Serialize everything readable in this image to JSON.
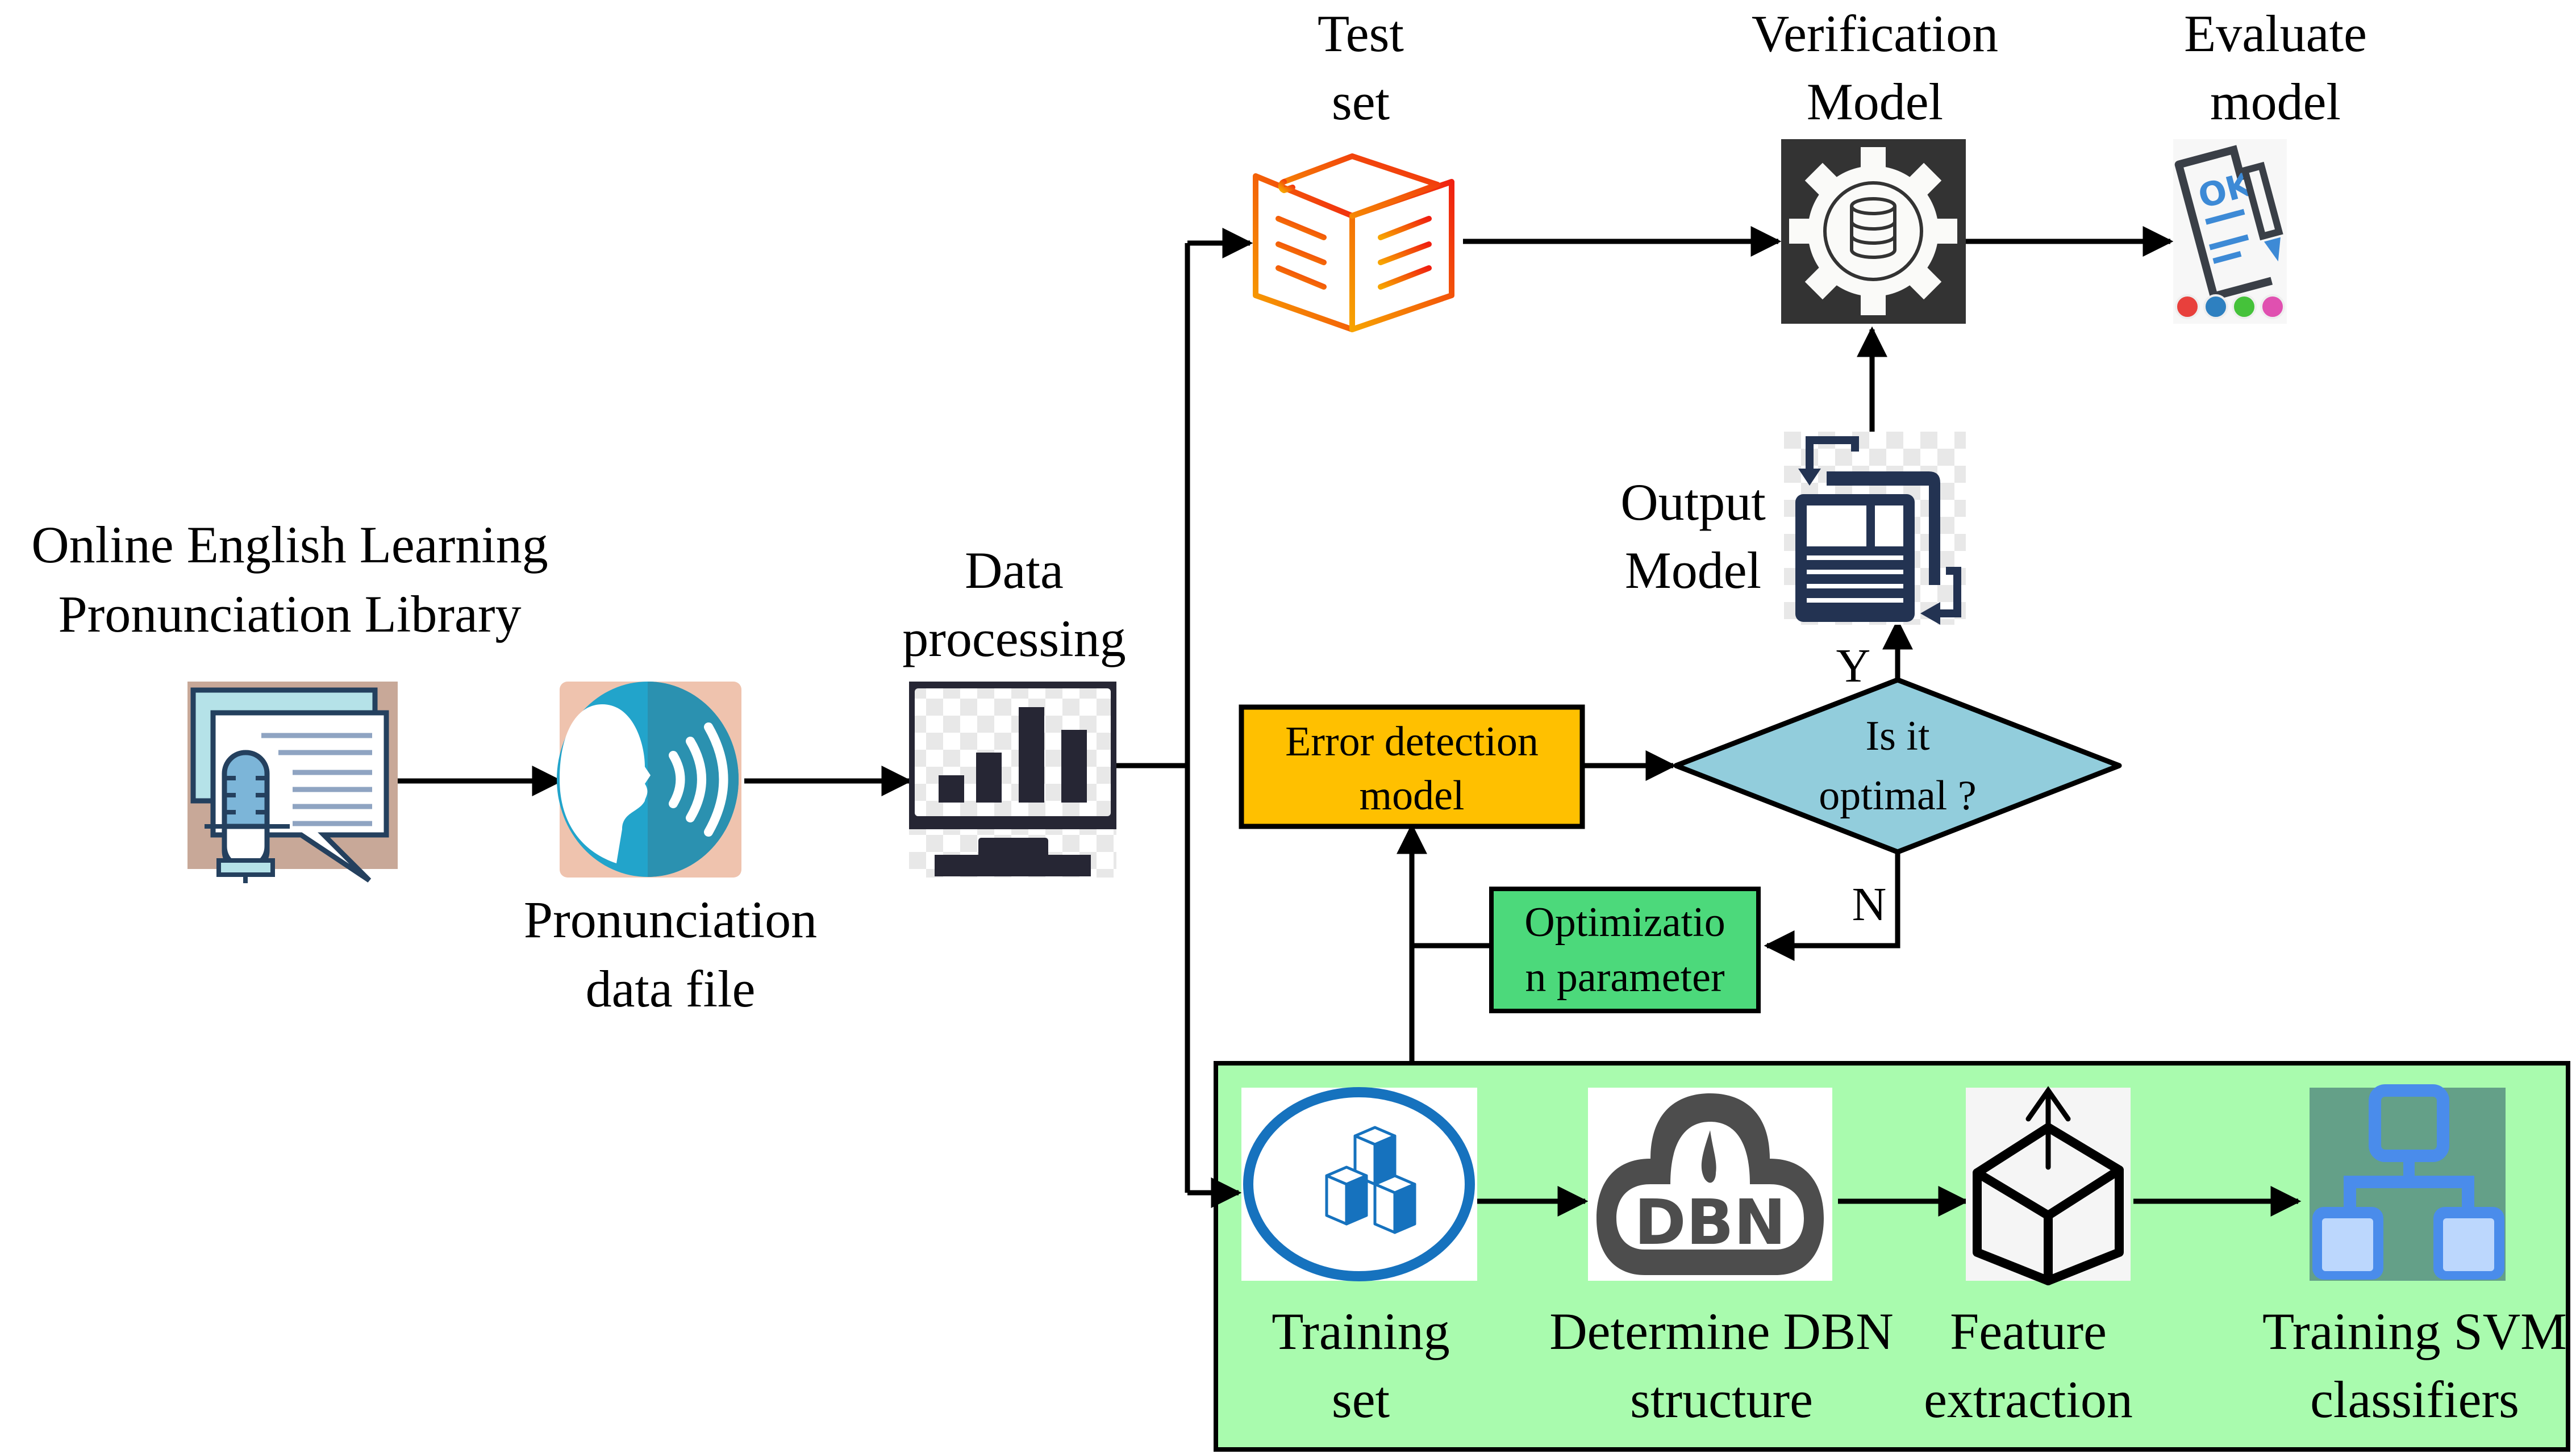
{
  "nodes": {
    "library": {
      "title": [
        "Online English Learning",
        "Pronunciation Library"
      ],
      "icon": "microphone-chat-icon"
    },
    "pron_file": {
      "title": [
        "Pronunciation",
        "data file"
      ],
      "icon": "speaking-head-icon"
    },
    "data_proc": {
      "title": [
        "Data",
        "processing"
      ],
      "icon": "monitor-bar-chart-icon"
    },
    "test_set": {
      "title": [
        "Test",
        "set"
      ],
      "icon": "open-box-icon"
    },
    "verification": {
      "title": [
        "Verification",
        "Model"
      ],
      "icon": "gear-database-icon"
    },
    "evaluate": {
      "title": [
        "Evaluate",
        "model"
      ],
      "icon": "ok-document-pen-icon"
    },
    "output_model": {
      "title": [
        "Output",
        "Model"
      ],
      "icon": "document-sync-icon"
    },
    "error_detection": {
      "title": [
        "Error detection",
        "model"
      ],
      "fill": "#FFC000"
    },
    "decision": {
      "title": [
        "Is it",
        "optimal ?"
      ],
      "fill": "#92CDDC",
      "yes_label": "Y",
      "no_label": "N"
    },
    "optimization": {
      "title": [
        "Optimizatio",
        "n parameter"
      ],
      "fill": "#4CD97B"
    },
    "training_group": {
      "fill": "#A9FBAE"
    },
    "training_set": {
      "title": [
        "Training",
        "set"
      ],
      "icon": "cubes-circle-icon"
    },
    "dbn": {
      "title": [
        "Determine DBN",
        "structure"
      ],
      "icon": "dbn-cloud-icon",
      "icon_text": "DBN"
    },
    "feature": {
      "title": [
        "Feature",
        "extraction"
      ],
      "icon": "box-arrow-up-icon"
    },
    "svm": {
      "title": [
        "Training SVM",
        "classifiers"
      ],
      "icon": "hierarchy-icon"
    }
  },
  "evaluate_icon": {
    "ok_text": "OK",
    "dot_colors": [
      "#E8403C",
      "#2E80C0",
      "#45C23A",
      "#E050B0"
    ]
  }
}
